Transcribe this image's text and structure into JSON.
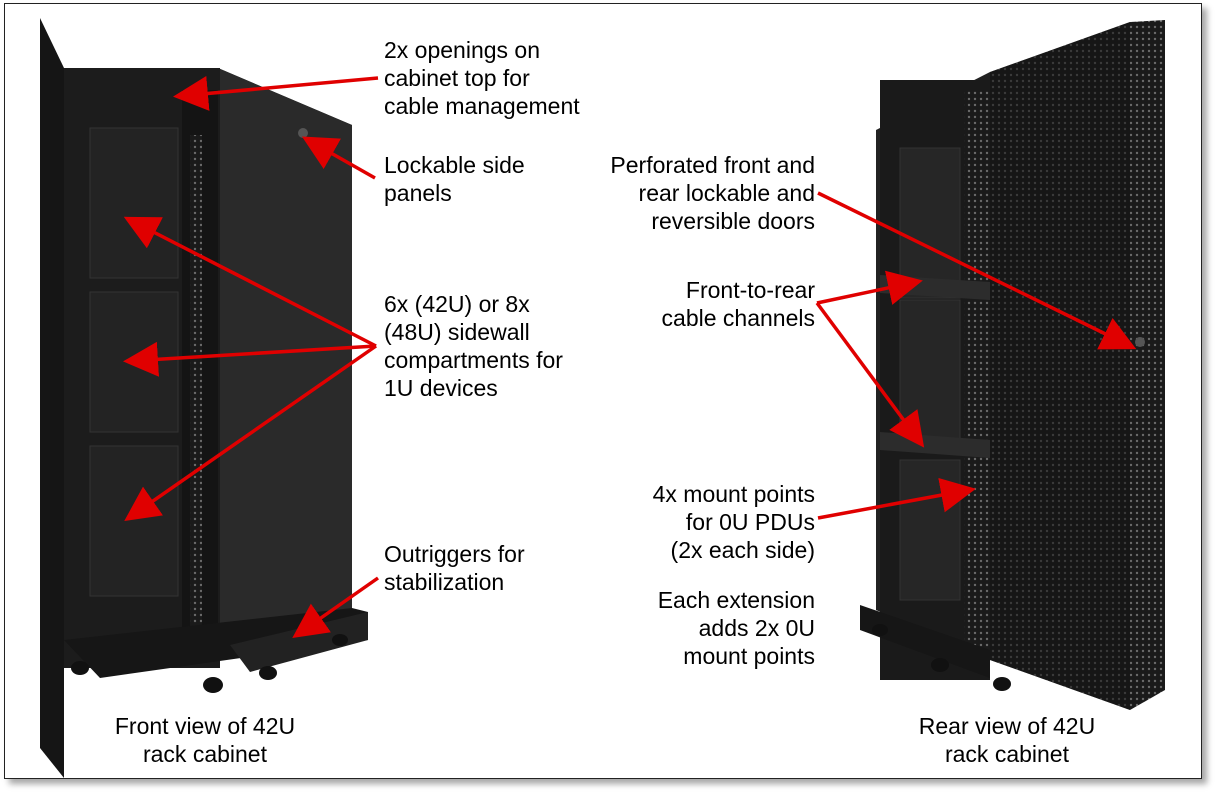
{
  "colors": {
    "arrow": "#e00000",
    "cabinet": "#1b1b1b",
    "text": "#000000"
  },
  "callouts": {
    "top_openings": "2x openings on\ncabinet top for\ncable management",
    "side_panels": "Lockable side\npanels",
    "sidewall": "6x (42U) or 8x\n(48U) sidewall\ncompartments for\n1U devices",
    "outriggers": "Outriggers for\nstabilization",
    "doors": "Perforated front and\nrear lockable and\nreversible doors",
    "channels": "Front-to-rear\ncable channels",
    "mount_points": "4x mount points\nfor 0U PDUs\n(2x each side)",
    "extension": "Each extension\nadds 2x 0U\nmount points"
  },
  "captions": {
    "front": "Front view of 42U\nrack cabinet",
    "rear": "Rear view of 42U\nrack cabinet"
  }
}
